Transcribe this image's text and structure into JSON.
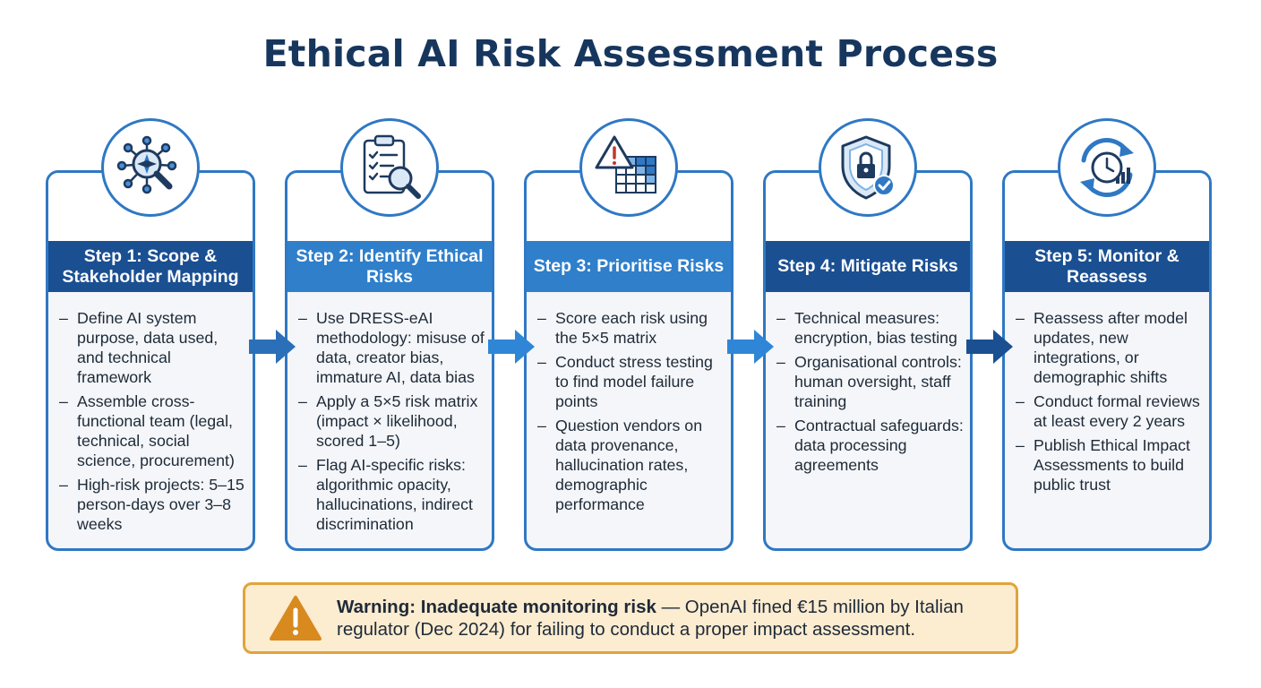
{
  "title": "Ethical AI Risk Assessment Process",
  "colors": {
    "title": "#17365d",
    "border": "#2f78c4",
    "header_dark": "#1a4f92",
    "header_light": "#2f7fcb",
    "warning_bg": "#fcecd0",
    "warning_border": "#e0a43c",
    "warning_icon": "#d88a1e"
  },
  "steps": [
    {
      "icon": "network-compass-icon",
      "heading": "Step 1: Scope & Stakeholder Mapping",
      "bullets": [
        "Define AI system purpose, data used, and technical framework",
        "Assemble cross-functional team (legal, technical, social science, procurement)",
        "High-risk projects: 5–15 person-days over 3–8 weeks"
      ]
    },
    {
      "icon": "clipboard-search-icon",
      "heading": "Step 2: Identify Ethical Risks",
      "bullets": [
        "Use DRESS-eAI methodology: misuse of data, creator bias, immature AI, data bias",
        "Apply a 5×5 risk matrix (impact × likelihood, scored 1–5)",
        "Flag AI-specific risks: algorithmic opacity, hallucinations, indirect discrimination"
      ]
    },
    {
      "icon": "warning-matrix-icon",
      "heading": "Step 3: Prioritise Risks",
      "bullets": [
        "Score each risk using the 5×5 matrix",
        "Conduct stress testing to find model failure points",
        "Question vendors on data provenance, hallucination rates, demographic performance"
      ]
    },
    {
      "icon": "shield-lock-icon",
      "heading": "Step 4: Mitigate Risks",
      "bullets": [
        "Technical measures: encryption, bias testing",
        "Organisational controls: human oversight, staff training",
        "Contractual safeguards: data processing agreements"
      ]
    },
    {
      "icon": "clock-refresh-icon",
      "heading": "Step 5: Monitor & Reassess",
      "bullets": [
        "Reassess after model updates, new integrations, or demographic shifts",
        "Conduct formal reviews at least every 2 years",
        "Publish Ethical Impact Assessments to build public trust"
      ]
    }
  ],
  "warning": {
    "icon": "warning-triangle-icon",
    "label": "Warning: Inadequate monitoring risk",
    "text": " — OpenAI fined €15 million by Italian regulator (Dec 2024) for failing to conduct a proper impact assessment."
  }
}
